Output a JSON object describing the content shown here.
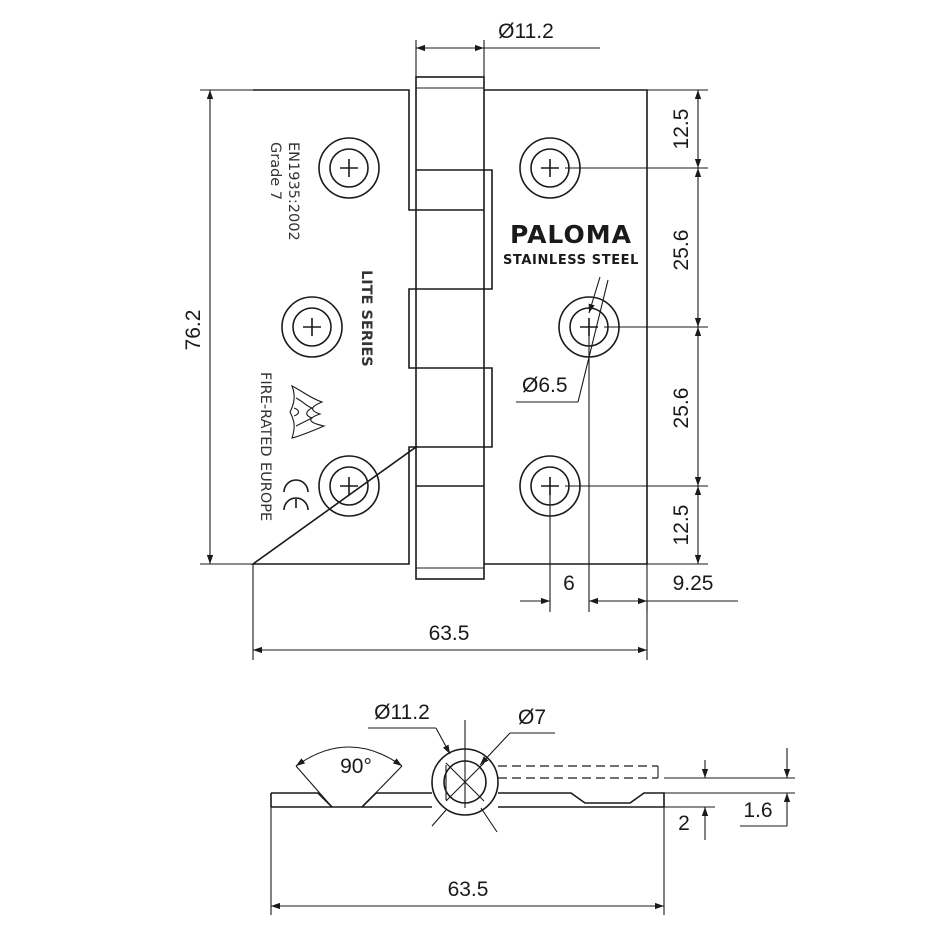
{
  "plate_markings": {
    "standard": "EN1935:2002",
    "grade": "Grade 7",
    "series": "LITE SERIES",
    "fire_rating": "FIRE-RATED",
    "region": "EUROPE",
    "brand": "PALOMA",
    "material": "STAINLESS STEEL"
  },
  "icons": [
    "flame-icon",
    "ce-mark-icon",
    "screw-head-icon"
  ],
  "front_view": {
    "knuckle_diameter": "Ø11.2",
    "height": "76.2",
    "width": "63.5",
    "top_offset": "12.5",
    "hole_spacing_upper": "25.6",
    "hole_spacing_lower": "25.6",
    "bottom_offset": "12.5",
    "screw_hole_diameter": "Ø6.5",
    "hole_offset": "6",
    "edge_distance": "9.25"
  },
  "section_view": {
    "outer_diameter": "Ø11.2",
    "pin_diameter": "Ø7",
    "countersink_angle": "90°",
    "leaf_thickness": "2",
    "offset_thickness": "1.6",
    "overall_width": "63.5"
  }
}
